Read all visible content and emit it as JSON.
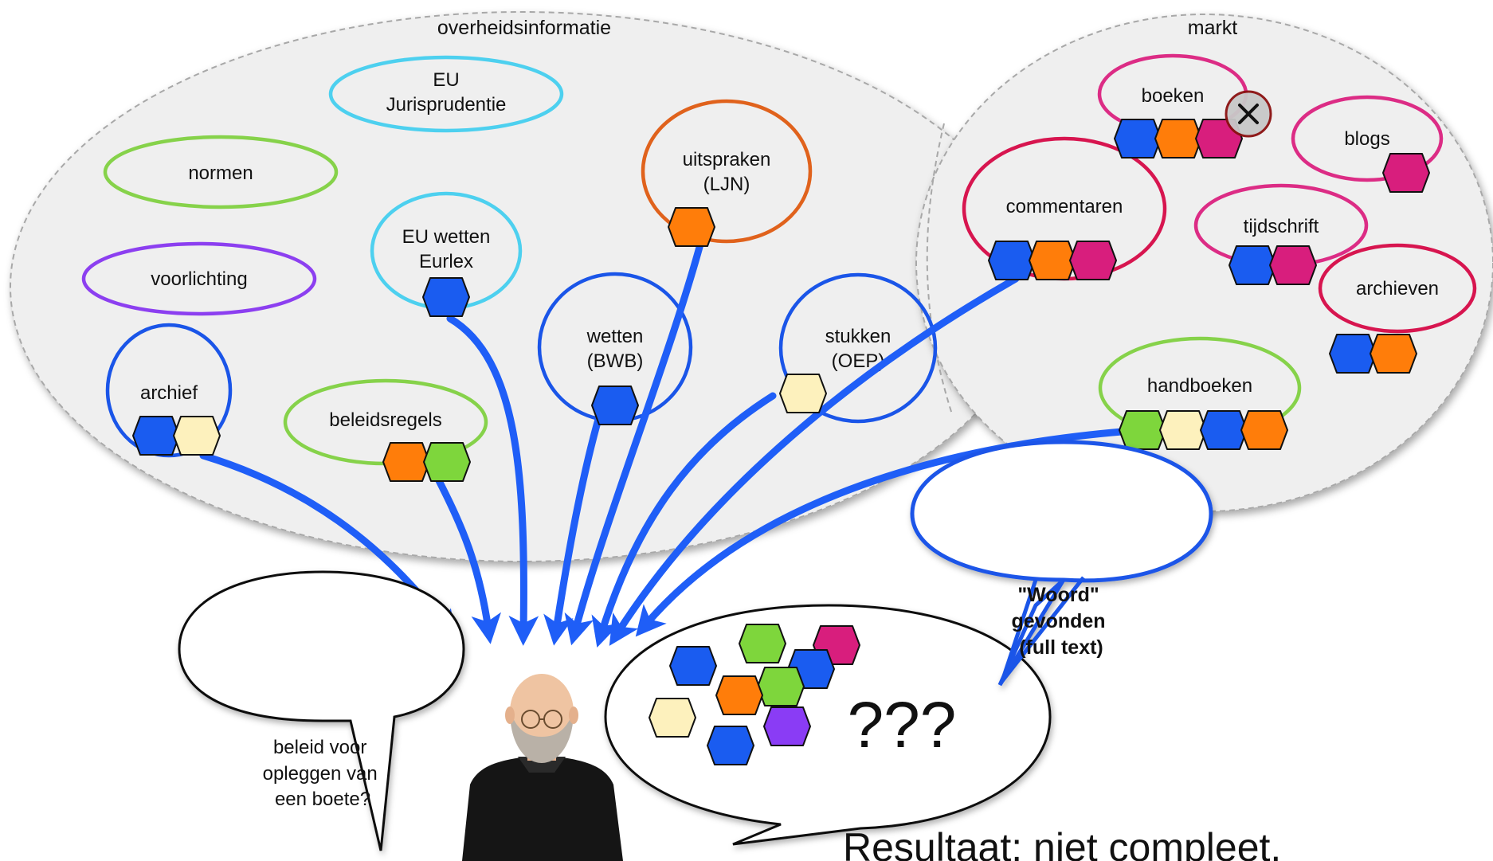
{
  "regions": {
    "government": "overheidsinformatie",
    "market": "markt"
  },
  "sources": {
    "eu_jurisprudentie": [
      "EU",
      "Jurisprudentie"
    ],
    "normen": [
      "normen"
    ],
    "voorlichting": [
      "voorlichting"
    ],
    "eu_wetten": [
      "EU wetten",
      "Eurlex"
    ],
    "uitspraken": [
      "uitspraken",
      "(LJN)"
    ],
    "wetten": [
      "wetten",
      "(BWB)"
    ],
    "stukken": [
      "stukken",
      "(OEP)"
    ],
    "archief": [
      "archief"
    ],
    "beleidsregels": [
      "beleidsregels"
    ],
    "boeken": [
      "boeken"
    ],
    "blogs": [
      "blogs"
    ],
    "commentaren": [
      "commentaren"
    ],
    "tijdschrift": [
      "tijdschrift"
    ],
    "archieven": [
      "archieven"
    ],
    "handboeken": [
      "handboeken"
    ]
  },
  "bubbles": {
    "question": [
      "beleid voor",
      "opleggen van",
      "een boete?"
    ],
    "found": [
      "\"Woord\"",
      "gevonden",
      "(full text)"
    ],
    "question_marks": "???",
    "result": "Resultaat: niet compleet."
  },
  "colors": {
    "tag_blue": "#1a5cf0",
    "tag_orange": "#ff7d0a",
    "tag_pink": "#d81e7d",
    "tag_green": "#7ed63c",
    "tag_cream": "#fdf1bd",
    "tag_purple": "#8a3cf5",
    "arrow_blue": "#1f5ef7",
    "outline_green": "#86d24a",
    "outline_cyan": "#4dd0ef",
    "outline_purple": "#8c3ff0",
    "outline_blue": "#1a55e8",
    "outline_orange": "#e0621c",
    "outline_crimson": "#d7154f",
    "outline_pink": "#dc2c85"
  }
}
